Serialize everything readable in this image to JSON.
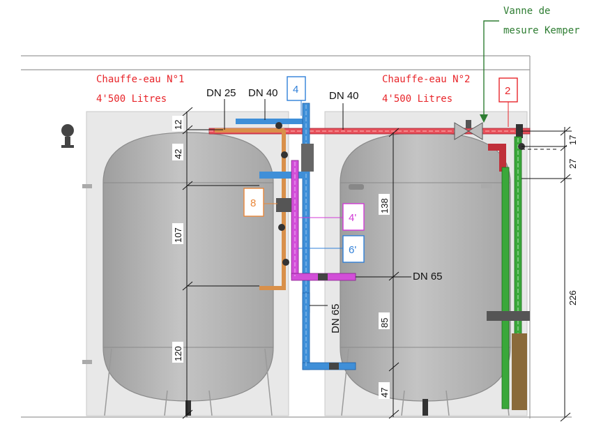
{
  "heaters": [
    {
      "name": "Chauffe-eau N°1",
      "capacity": "4'500 Litres"
    },
    {
      "name": "Chauffe-eau N°2",
      "capacity": "4'500 Litres"
    }
  ],
  "valve_callout": {
    "line1": "Vanne de",
    "line2": "mesure Kemper"
  },
  "pipe_labels": {
    "dn25": "DN 25",
    "dn40_left": "DN 40",
    "dn40_top": "DN 40",
    "dn65_horizontal": "DN 65",
    "dn65_vertical": "DN 65"
  },
  "tags": {
    "t4": "4",
    "t2": "2",
    "t8": "8",
    "t4p": "4'",
    "t6p": "6'"
  },
  "dimensions": {
    "d12": "12",
    "d42": "42",
    "d107": "107",
    "d120": "120",
    "d138": "138",
    "d85": "85",
    "d47": "47",
    "d17": "17",
    "d27": "27",
    "d226": "226"
  },
  "colors": {
    "hot_pipe": "#e8505a",
    "cold_pipe": "#3f8fd8",
    "circ_pipe": "#d24fd8",
    "return_pipe": "#3aa83a",
    "text_red": "#e8252a",
    "text_green": "#2e7d32",
    "tag_orange": "#e9873a",
    "tag_blue": "#2f7fd8",
    "tag_magenta": "#d13ad6"
  }
}
